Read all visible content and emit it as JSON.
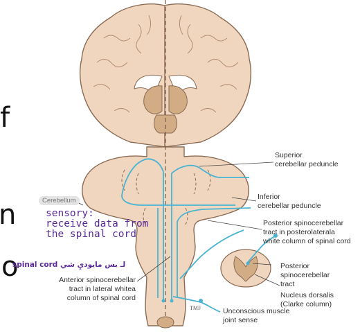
{
  "slide_fragments": [
    "f",
    "n",
    "o"
  ],
  "labels": {
    "superior": [
      "Superior",
      "cerebellar peduncle"
    ],
    "inferior": [
      "Inferior",
      "cerebellar peduncle"
    ],
    "posterior_tract": [
      "Posterior spinocerebellar",
      "tract in posterolaterala",
      "white column of spinal cord"
    ],
    "posterior_cross": [
      "Posterior",
      "spinocerebellar",
      "tract"
    ],
    "nucleus": [
      "Nucleus dorsalis",
      "(Clarke column)"
    ],
    "anterior_tract": [
      "Anterior spinocerebellar",
      "tract in lateral whitea",
      "column of spinal cord"
    ],
    "unconscious": [
      "Unconscious muscle",
      "joint sense"
    ],
    "cerebellum": "Cerebellum",
    "credit": "TMF"
  },
  "annotations": {
    "note_lines": [
      "sensory:",
      "receive data from",
      "the spinal cord"
    ],
    "arabic_note": "spinal cord  لـ  بس  مايوديِ شي"
  },
  "colors": {
    "brain_tissue": "#f0d6bf",
    "tissue_outline": "#8a6a52",
    "ventricle": "#ffffff",
    "gray_matter": "#d2ac85",
    "tract": "#49b4d2",
    "note_text": "#5b2a98"
  }
}
